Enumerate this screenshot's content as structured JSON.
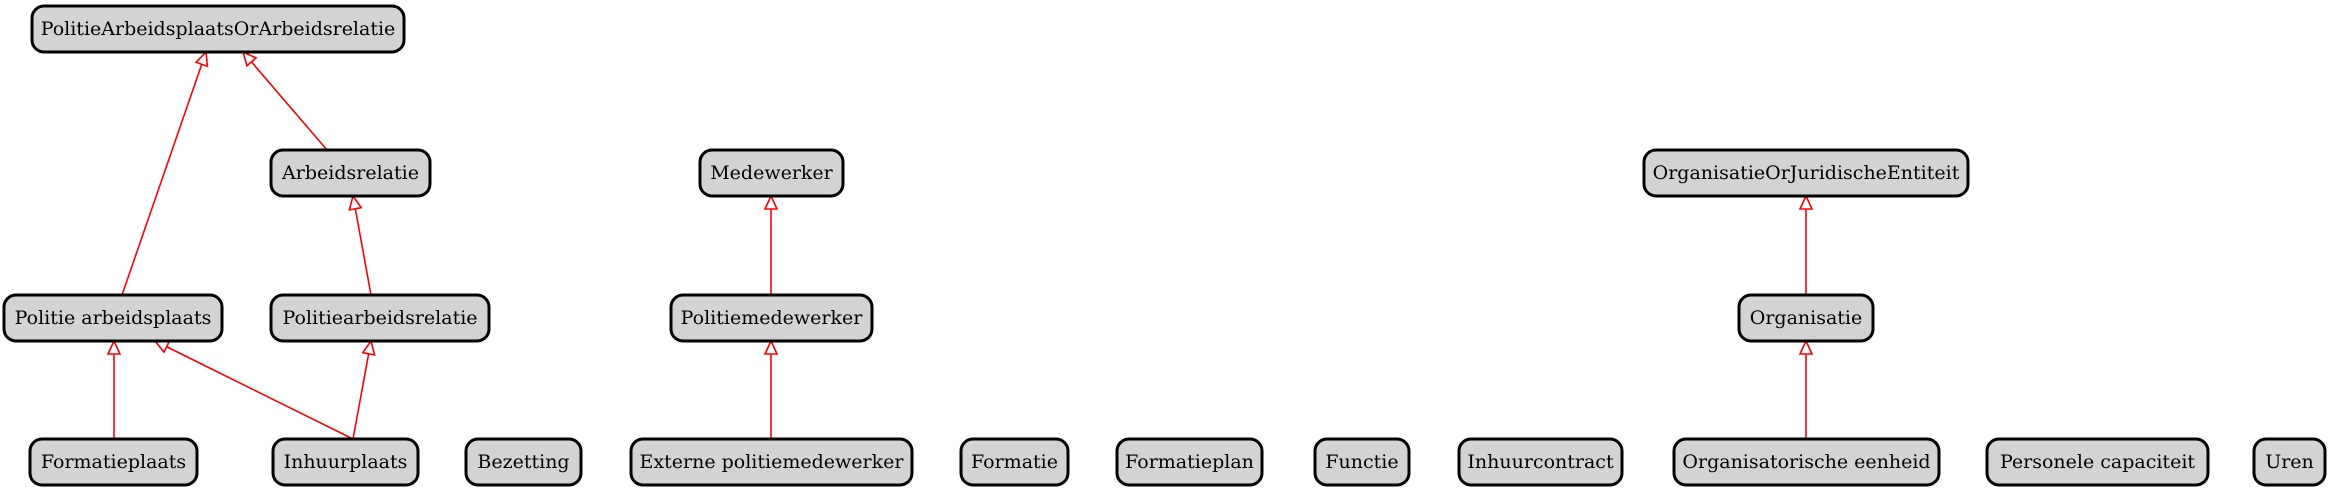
{
  "diagram": {
    "nodes": [
      {
        "id": "pao",
        "label": "PolitieArbeidsplaatsOrArbeidsrelatie"
      },
      {
        "id": "arbeidsrelatie",
        "label": "Arbeidsrelatie"
      },
      {
        "id": "medewerker",
        "label": "Medewerker"
      },
      {
        "id": "oje",
        "label": "OrganisatieOrJuridischeEntiteit"
      },
      {
        "id": "politie_arbeidsplaats",
        "label": "Politie arbeidsplaats"
      },
      {
        "id": "politiearbeidsrelatie",
        "label": "Politiearbeidsrelatie"
      },
      {
        "id": "politiemedewerker",
        "label": "Politiemedewerker"
      },
      {
        "id": "organisatie",
        "label": "Organisatie"
      },
      {
        "id": "formatieplaats",
        "label": "Formatieplaats"
      },
      {
        "id": "inhuurplaats",
        "label": "Inhuurplaats"
      },
      {
        "id": "bezetting",
        "label": "Bezetting"
      },
      {
        "id": "externe",
        "label": "Externe politiemedewerker"
      },
      {
        "id": "formatie",
        "label": "Formatie"
      },
      {
        "id": "formatieplan",
        "label": "Formatieplan"
      },
      {
        "id": "functie",
        "label": "Functie"
      },
      {
        "id": "inhuurcontract",
        "label": "Inhuurcontract"
      },
      {
        "id": "org_eenheid",
        "label": "Organisatorische eenheid"
      },
      {
        "id": "personele_capaciteit",
        "label": "Personele capaciteit"
      },
      {
        "id": "uren",
        "label": "Uren"
      }
    ],
    "edges": [
      {
        "from": "politie_arbeidsplaats",
        "to": "pao"
      },
      {
        "from": "arbeidsrelatie",
        "to": "pao"
      },
      {
        "from": "politiearbeidsrelatie",
        "to": "arbeidsrelatie"
      },
      {
        "from": "politiemedewerker",
        "to": "medewerker"
      },
      {
        "from": "organisatie",
        "to": "oje"
      },
      {
        "from": "formatieplaats",
        "to": "politie_arbeidsplaats"
      },
      {
        "from": "inhuurplaats",
        "to": "politie_arbeidsplaats"
      },
      {
        "from": "inhuurplaats",
        "to": "politiearbeidsrelatie"
      },
      {
        "from": "externe",
        "to": "politiemedewerker"
      },
      {
        "from": "org_eenheid",
        "to": "organisatie"
      }
    ],
    "colors": {
      "node_fill": "#d3d3d3",
      "node_stroke": "#000000",
      "edge": "#ff0000",
      "arrowhead_fill": "#ffffff"
    }
  }
}
